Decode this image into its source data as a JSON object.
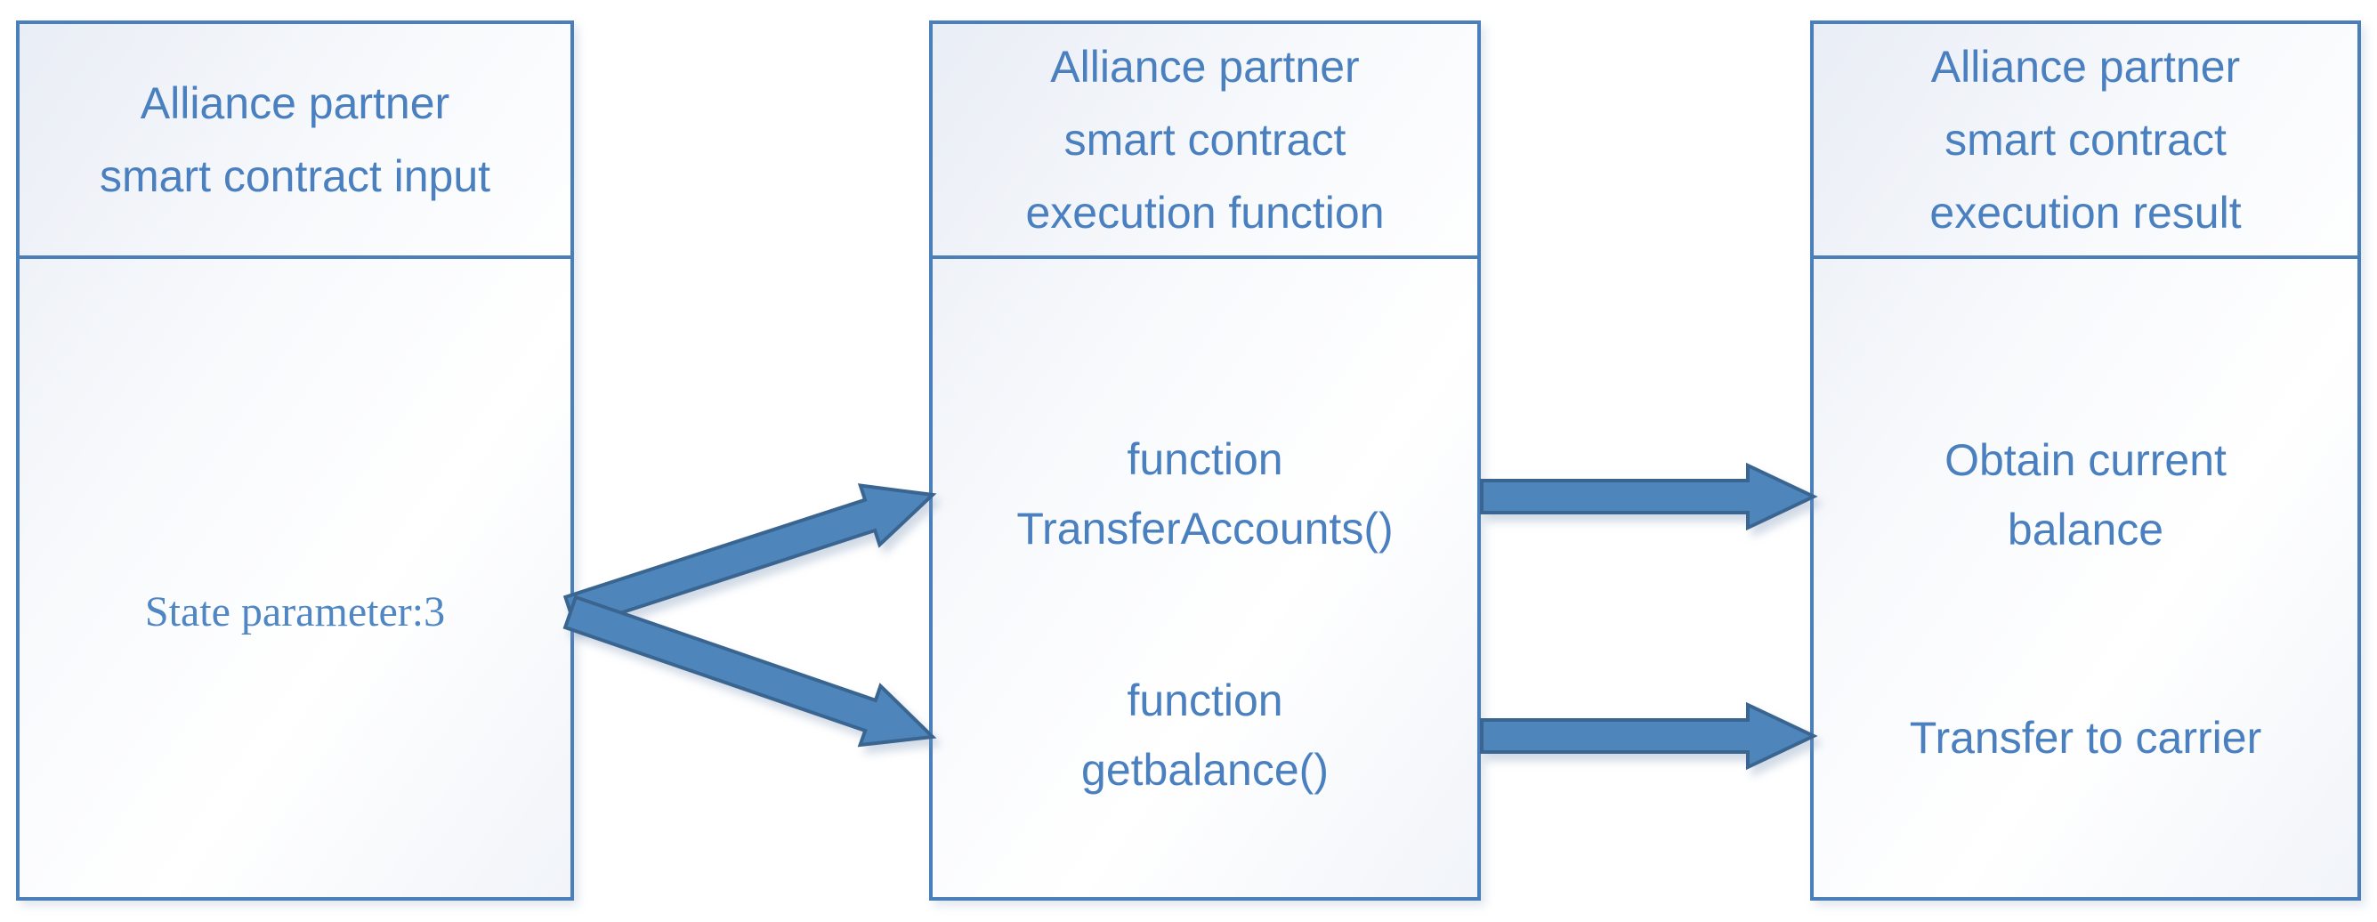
{
  "diagram": {
    "colors": {
      "accent_border": "#4a7fba",
      "text": "#4a80bf",
      "serif_text": "#4f86c4",
      "arrow_fill": "#4e86bc",
      "arrow_stroke": "#3a6590"
    },
    "panels": [
      {
        "id": "smart-contract-input",
        "title": "Alliance partner\nsmart contract input",
        "items": [
          {
            "id": "state-parameter",
            "label": "State parameter:3"
          }
        ]
      },
      {
        "id": "smart-contract-execution-function",
        "title": "Alliance partner\nsmart contract\nexecution function",
        "items": [
          {
            "id": "fn-transfer-accounts",
            "label": "function\nTransferAccounts()"
          },
          {
            "id": "fn-getbalance",
            "label": "function\ngetbalance()"
          }
        ]
      },
      {
        "id": "smart-contract-execution-result",
        "title": "Alliance partner\nsmart contract\nexecution result",
        "items": [
          {
            "id": "obtain-current-balance",
            "label": "Obtain current\nbalance"
          },
          {
            "id": "transfer-to-carrier",
            "label": "Transfer to carrier"
          }
        ]
      }
    ],
    "connections": [
      {
        "from": "state-parameter",
        "to": "fn-transfer-accounts"
      },
      {
        "from": "state-parameter",
        "to": "fn-getbalance"
      },
      {
        "from": "fn-transfer-accounts",
        "to": "obtain-current-balance"
      },
      {
        "from": "fn-getbalance",
        "to": "transfer-to-carrier"
      }
    ]
  }
}
